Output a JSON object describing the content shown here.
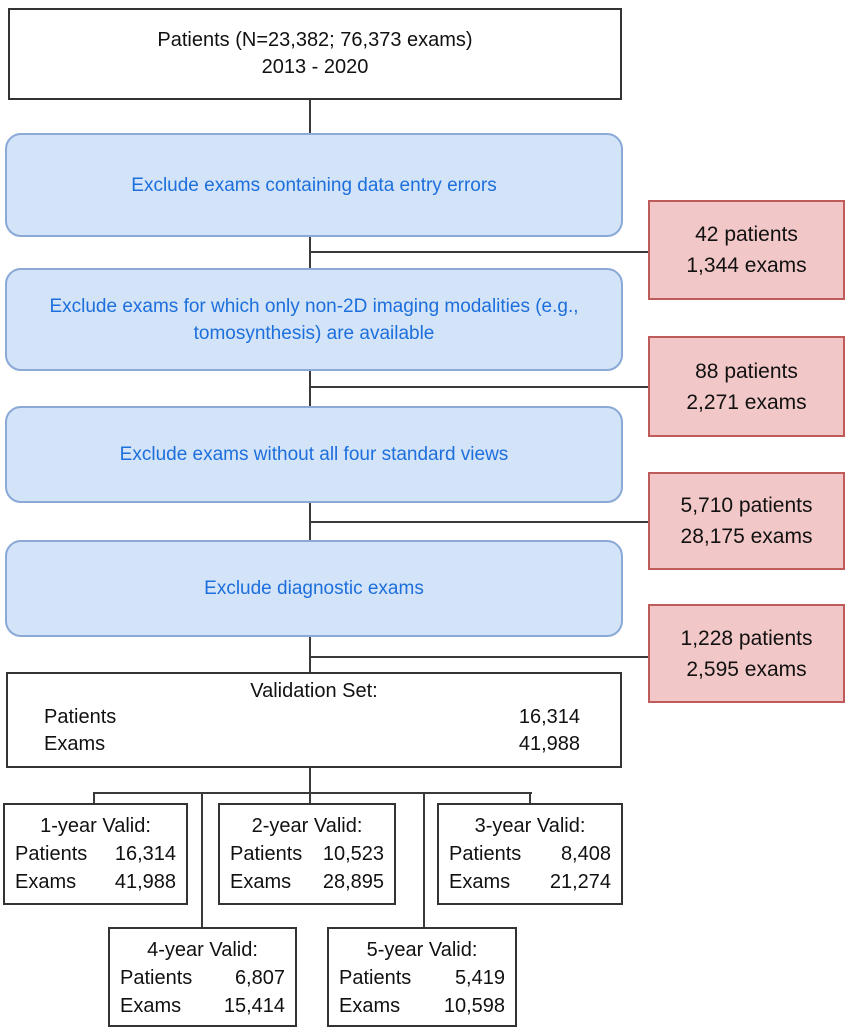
{
  "figure": {
    "type": "patient-flow-diagram",
    "title_box": {
      "line1": "Patients (N=23,382; 76,373 exams)",
      "line2": "2013 - 2020"
    },
    "exclusion_steps": [
      {
        "label": "Exclude exams containing data entry errors",
        "excluded_patients": "42 patients",
        "excluded_exams": "1,344 exams"
      },
      {
        "label": "Exclude exams for which only non-2D imaging modalities (e.g., tomosynthesis) are available",
        "excluded_patients": "88 patients",
        "excluded_exams": "2,271 exams"
      },
      {
        "label": "Exclude exams without all four standard views",
        "excluded_patients": "5,710 patients",
        "excluded_exams": "28,175 exams"
      },
      {
        "label": "Exclude diagnostic exams",
        "excluded_patients": "1,228 patients",
        "excluded_exams": "2,595 exams"
      }
    ],
    "validation_set": {
      "title": "Validation Set:",
      "patients_label": "Patients",
      "patients_value": "16,314",
      "exams_label": "Exams",
      "exams_value": "41,988"
    },
    "valid_subsets": [
      {
        "title": "1-year Valid:",
        "patients_label": "Patients",
        "patients_value": "16,314",
        "exams_label": "Exams",
        "exams_value": "41,988"
      },
      {
        "title": "2-year Valid:",
        "patients_label": "Patients",
        "patients_value": "10,523",
        "exams_label": "Exams",
        "exams_value": "28,895"
      },
      {
        "title": "3-year Valid:",
        "patients_label": "Patients",
        "patients_value": "8,408",
        "exams_label": "Exams",
        "exams_value": "21,274"
      },
      {
        "title": "4-year Valid:",
        "patients_label": "Patients",
        "patients_value": "6,807",
        "exams_label": "Exams",
        "exams_value": "15,414"
      },
      {
        "title": "5-year Valid:",
        "patients_label": "Patients",
        "patients_value": "5,419",
        "exams_label": "Exams",
        "exams_value": "10,598"
      }
    ],
    "colors": {
      "process_fill": "#d3e3f8",
      "process_border": "#8aa9d6",
      "process_text": "#1c6fdc",
      "excluded_fill": "#f2c7c7",
      "excluded_border": "#bf5b5b",
      "box_border": "#333333",
      "line_color": "#3a3a3a"
    }
  }
}
